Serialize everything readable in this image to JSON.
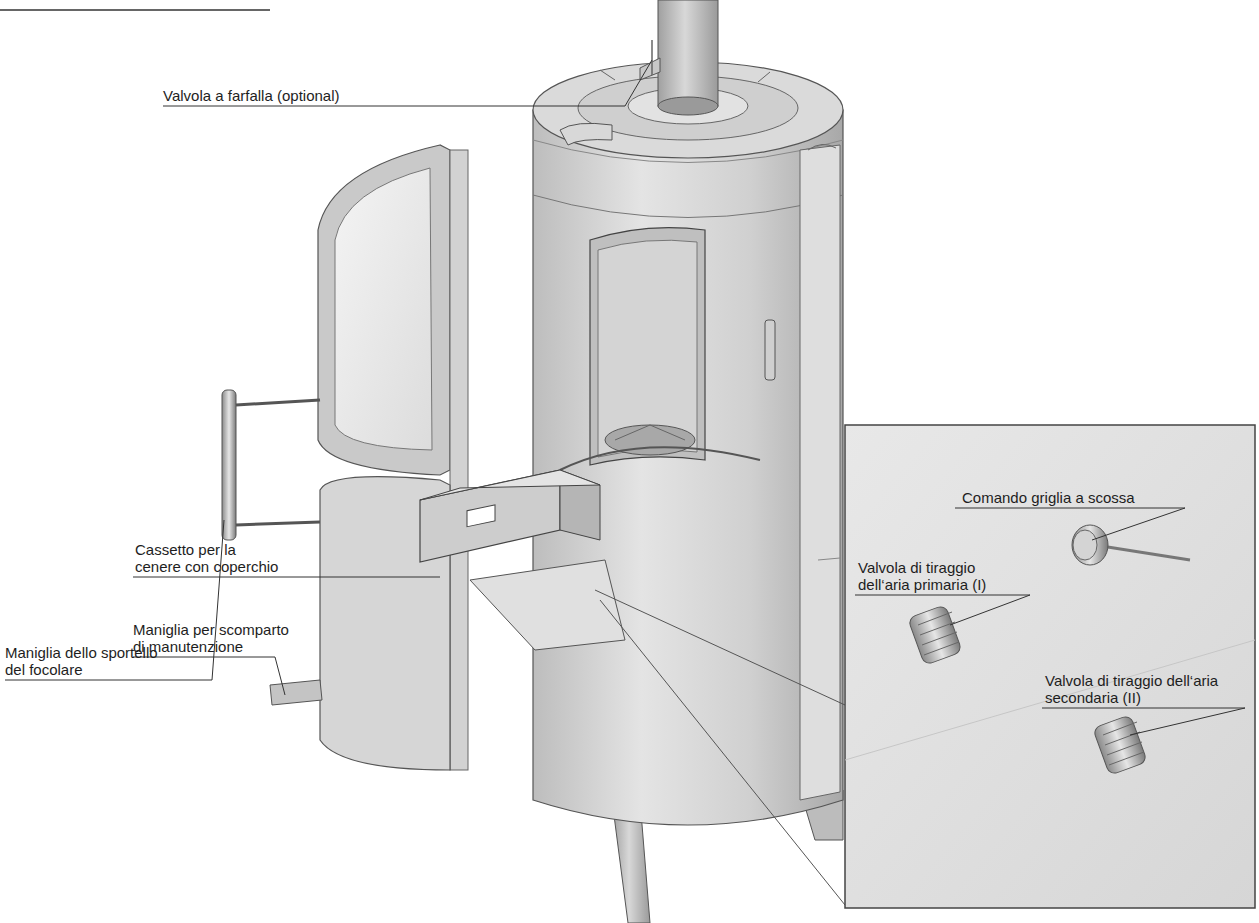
{
  "diagram": {
    "labels": [
      "Valvola a farfalla (optional)",
      "Maniglia dello sportello del focolare",
      "Cassetto per la cenere con coperchio",
      "Maniglia per scomparto di manutenzione",
      "Comando griglia a scossa",
      "Valvola di tiraggio dell‘aria primaria (I)",
      "Valvola di tiraggio dell‘aria secondaria (II)"
    ]
  }
}
